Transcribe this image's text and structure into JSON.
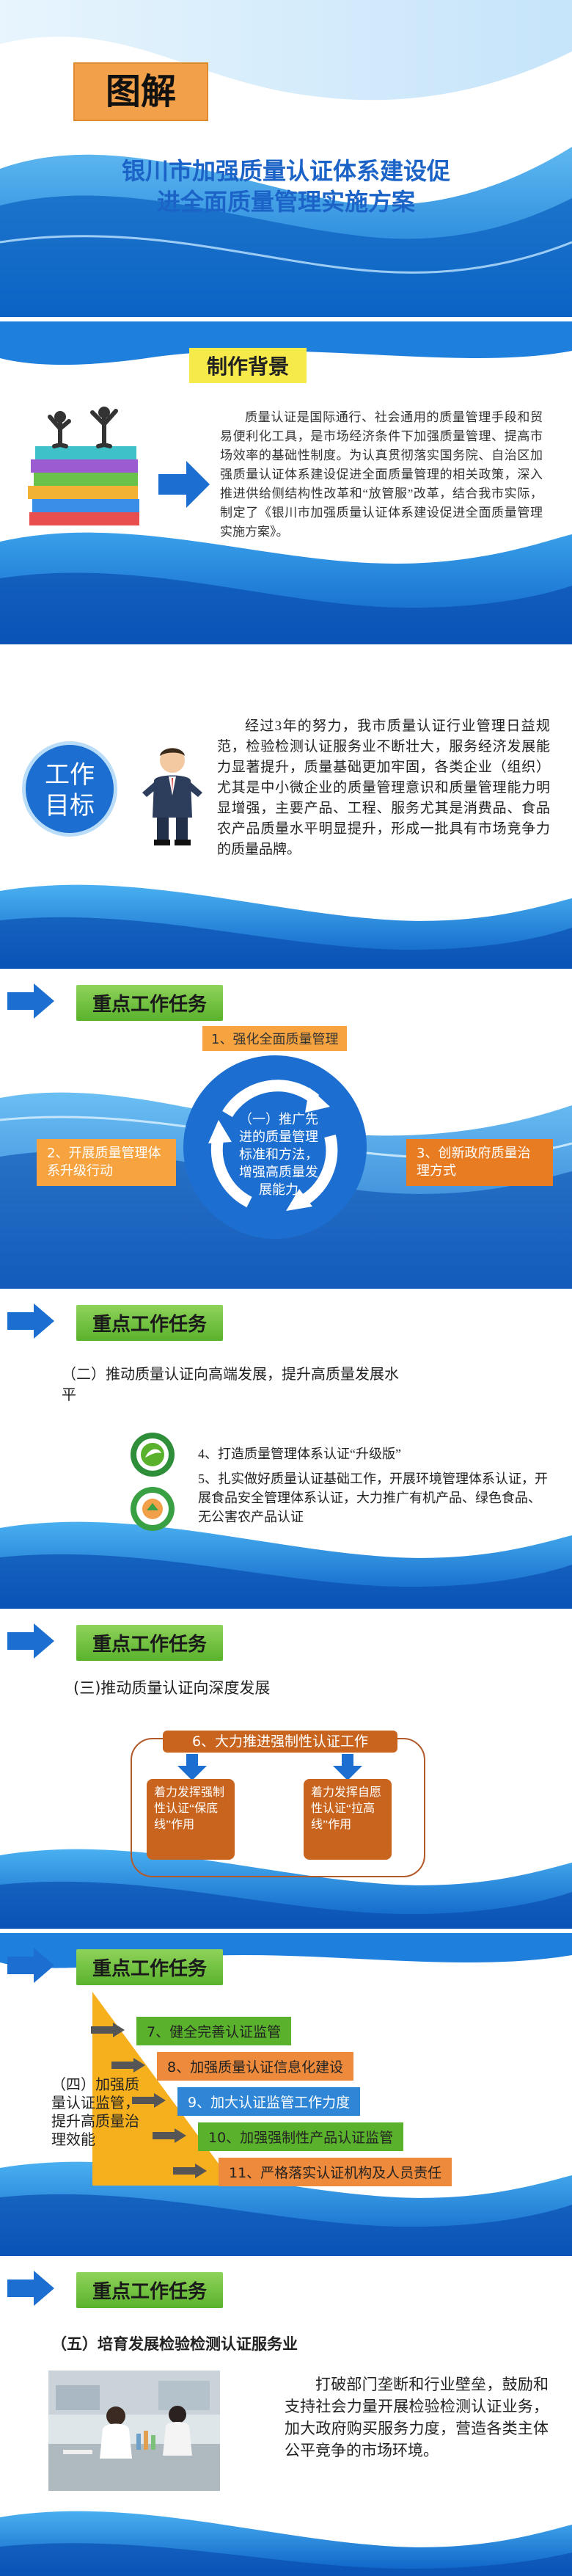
{
  "cover": {
    "badge": "图解",
    "title_line1": "银川市加强质量认证体系建设促",
    "title_line2": "进全面质量管理实施方案"
  },
  "background": {
    "heading": "制作背景",
    "body": "质量认证是国际通行、社会通用的质量管理手段和贸易便利化工具，是市场经济条件下加强质量管理、提高市场效率的基础性制度。为认真贯彻落实国务院、自治区加强质量认证体系建设促进全面质量管理的相关政策，深入推进供给侧结构性改革和“放管服”改革，结合我市实际，制定了《银川市加强质量认证体系建设促进全面质量管理实施方案》。"
  },
  "goal": {
    "label_line1": "工作",
    "label_line2": "目标",
    "body": "经过3年的努力，我市质量认证行业管理日益规范，检验检测认证服务业不断壮大，服务经济发展能力显著提升，质量基础更加牢固，各类企业（组织）尤其是中小微企业的质量管理意识和质量管理能力明显增强，主要产品、工程、服务尤其是消费品、食品农产品质量水平明显提升，形成一批具有市场竞争力的质量品牌。"
  },
  "task1": {
    "heading": "重点工作任务",
    "center": "（一）推广先进的质量管理标准和方法，增强高质量发展能力",
    "top": "1、强化全面质量管理",
    "left": "2、开展质量管理体系升级行动",
    "right": "3、创新政府质量治理方式"
  },
  "task2": {
    "heading": "重点工作任务",
    "subtitle": "（二）推动质量认证向高端发展，提升高质量发展水平",
    "item4": "4、打造质量管理体系认证“升级版”",
    "item5": "5、扎实做好质量认证基础工作，开展环境管理体系认证，开展食品安全管理体系认证，大力推广有机产品、绿色食品、无公害农产品认证"
  },
  "task3": {
    "heading": "重点工作任务",
    "subtitle": "(三)推动质量认证向深度发展",
    "item6": "6、大力推进强制性认证工作",
    "box_left": "着力发挥强制性认证“保底线”作用",
    "box_right": "着力发挥自愿性认证“拉高线”作用"
  },
  "task4": {
    "heading": "重点工作任务",
    "triangle": "（四）加强质量认证监管，提升高质量治理效能",
    "items": [
      "7、健全完善认证监管",
      "8、加强质量认证信息化建设",
      "9、加大认证监管工作力度",
      "10、加强强制性产品认证监管",
      "11、严格落实认证机构及人员责任"
    ],
    "colors": [
      "#5ab22c",
      "#ed8a3c",
      "#2f86d6",
      "#5ab22c",
      "#ed8a3c"
    ]
  },
  "task5": {
    "heading": "重点工作任务",
    "subtitle": "（五）培育发展检验检测认证服务业",
    "body": "打破部门垄断和行业壁垒，鼓励和支持社会力量开展检验检测认证业务，加大政府购买服务力度，营造各类主体公平竞争的市场环境。"
  }
}
